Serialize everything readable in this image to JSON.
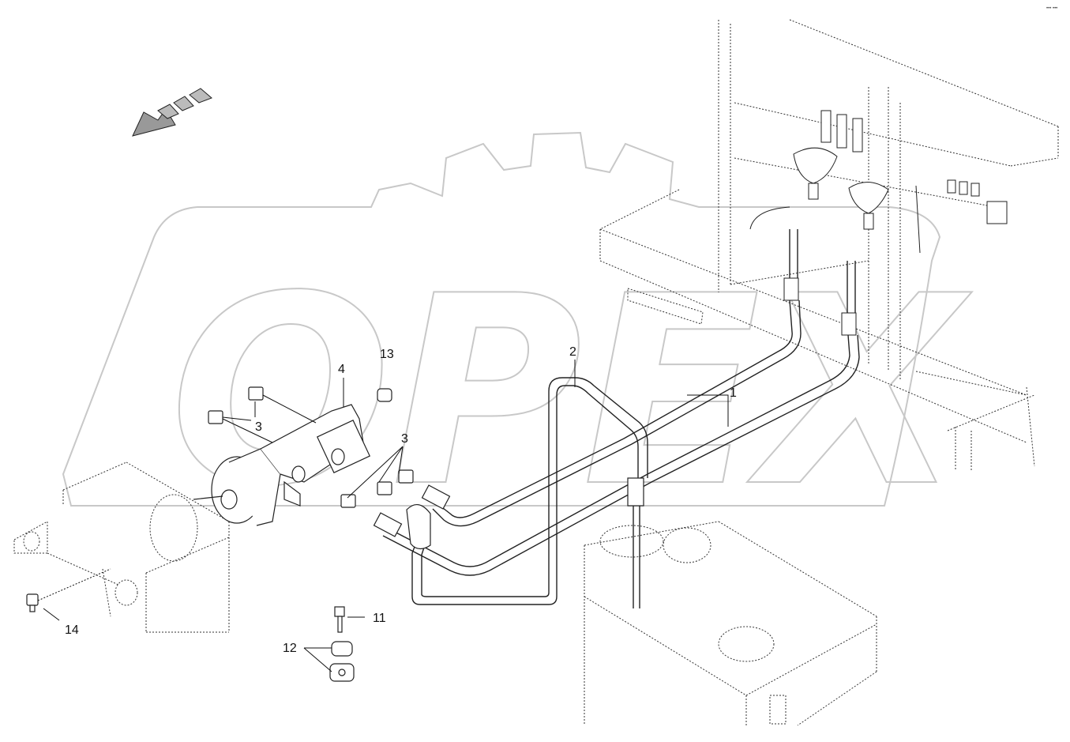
{
  "diagram": {
    "watermark": {
      "text": "OPEX",
      "color": "#c8c8c8"
    },
    "corner_mark": "••• •••",
    "line_color": "#222222",
    "callouts": [
      {
        "id": "callout-1",
        "label": "1"
      },
      {
        "id": "callout-2",
        "label": "2"
      },
      {
        "id": "callout-3a",
        "label": "3"
      },
      {
        "id": "callout-3b",
        "label": "3"
      },
      {
        "id": "callout-4",
        "label": "4"
      },
      {
        "id": "callout-11",
        "label": "11"
      },
      {
        "id": "callout-12",
        "label": "12"
      },
      {
        "id": "callout-13",
        "label": "13"
      },
      {
        "id": "callout-14",
        "label": "14"
      }
    ]
  }
}
